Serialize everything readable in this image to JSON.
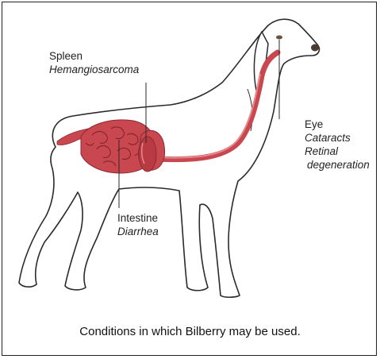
{
  "labels": {
    "spleen": {
      "name": "Spleen",
      "condition": "Hemangiosarcoma"
    },
    "eye": {
      "name": "Eye",
      "conditions": [
        "Cataracts",
        "Retinal",
        "degeneration"
      ]
    },
    "intestine": {
      "name": "Intestine",
      "condition": "Diarrhea"
    }
  },
  "caption": "Conditions in which Bilberry may be used.",
  "colors": {
    "organ_fill": "#c9474f",
    "organ_light": "#e58b8f",
    "outline": "#2a2a2a"
  }
}
